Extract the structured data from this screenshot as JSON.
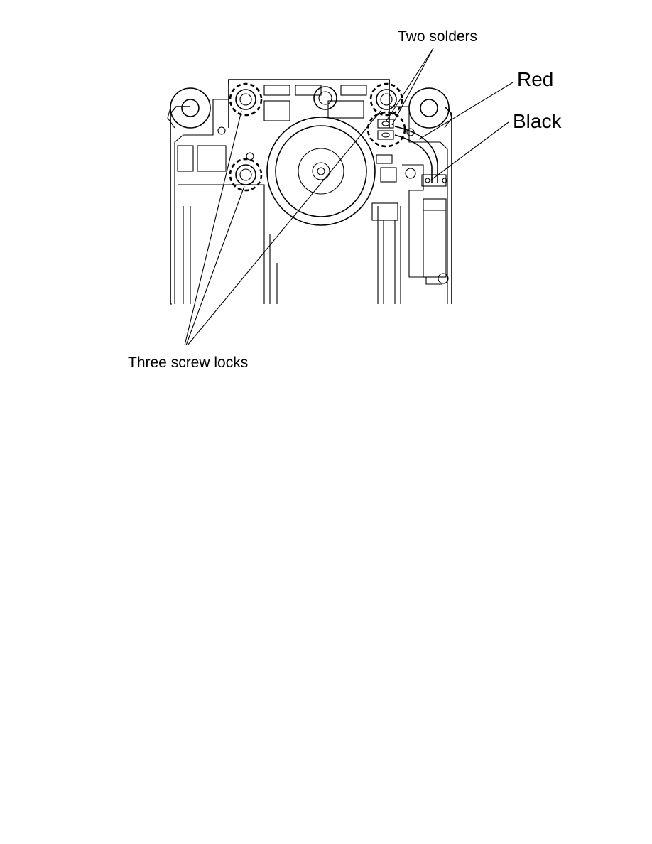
{
  "callouts": {
    "two_solders": "Two solders",
    "red": "Red",
    "black": "Black",
    "three_screw_locks": "Three screw locks"
  },
  "colors": {
    "line": "#000000",
    "background": "#ffffff",
    "boss_fill": "#d9d9d9"
  }
}
